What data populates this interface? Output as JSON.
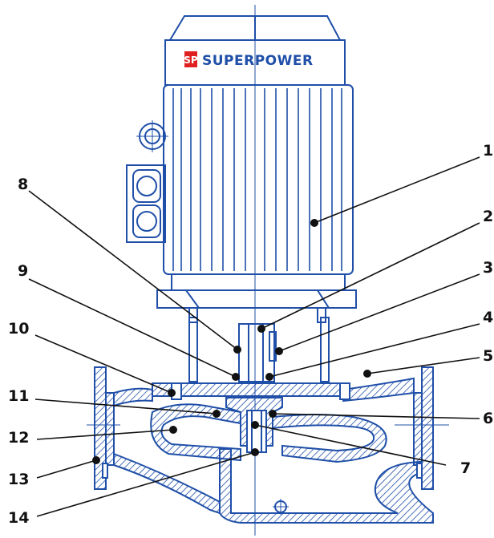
{
  "brand": {
    "logo_mark": "SP",
    "name": "SUPERPOWER",
    "logo_color": "#e02020",
    "text_color": "#1f4fa8"
  },
  "colors": {
    "line": "#1f4fa8",
    "hatch": "#1f4fa8",
    "leader": "#111111",
    "dot": "#111111"
  },
  "callouts": [
    {
      "id": "1",
      "label": "1"
    },
    {
      "id": "2",
      "label": "2"
    },
    {
      "id": "3",
      "label": "3"
    },
    {
      "id": "4",
      "label": "4"
    },
    {
      "id": "5",
      "label": "5"
    },
    {
      "id": "6",
      "label": "6"
    },
    {
      "id": "7",
      "label": "7"
    },
    {
      "id": "8",
      "label": "8"
    },
    {
      "id": "9",
      "label": "9"
    },
    {
      "id": "10",
      "label": "10"
    },
    {
      "id": "11",
      "label": "11"
    },
    {
      "id": "12",
      "label": "12"
    },
    {
      "id": "13",
      "label": "13"
    },
    {
      "id": "14",
      "label": "14"
    }
  ]
}
